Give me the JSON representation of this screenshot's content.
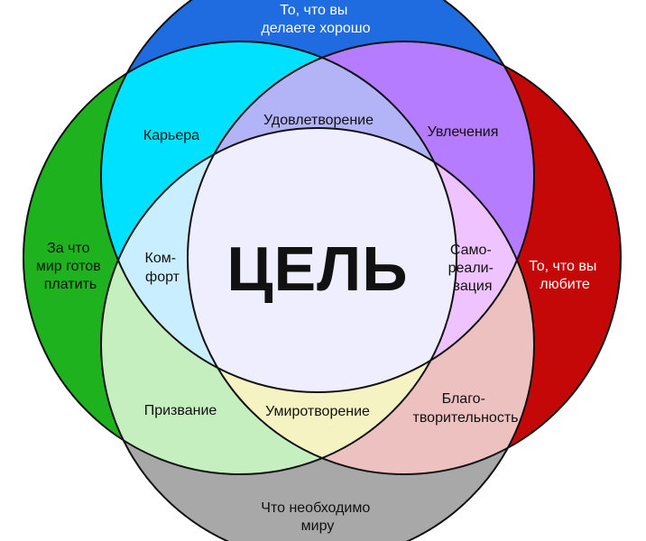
{
  "colors": {
    "top": "#1f6be0",
    "left": "#1fb21f",
    "right": "#c40808",
    "bottom": "#a8a8a8",
    "career": "#00e1ff",
    "hobby": "#b57cff",
    "satisfaction": "#b3b3f7",
    "comfort": "#c9eeff",
    "selfrealization": "#efc3ff",
    "vocation": "#c6efbf",
    "charity": "#eec1c1",
    "peace": "#f6f3c2",
    "center": "#efeeff"
  },
  "circles": {
    "top": "То, что вы делаете хорошо",
    "left": "За что мир готов платить",
    "right": "То, что вы любите",
    "bottom": "Что необходимо миру"
  },
  "regions": {
    "career": "Карьера",
    "hobby": "Увлечения",
    "satisfaction": "Удовлетворение",
    "comfort": "Комфорт",
    "selfrealization": "Самореализация",
    "vocation": "Призвание",
    "peace": "Умиротворение",
    "charity": "Благотворительность"
  },
  "center": "ЦЕЛЬ"
}
